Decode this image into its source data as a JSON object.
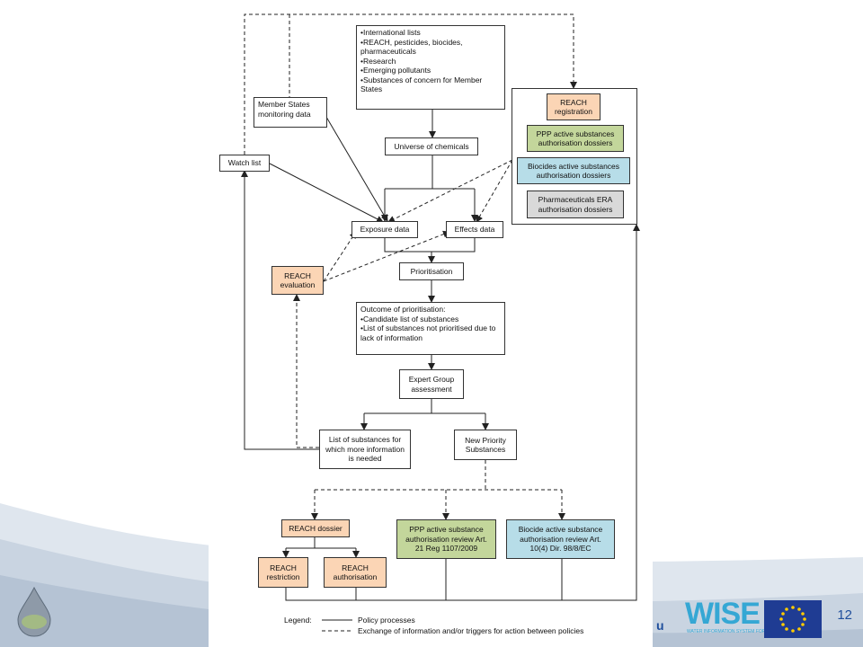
{
  "colors": {
    "orange": "#fbd5b5",
    "green": "#c3d69b",
    "blue": "#b7dde8",
    "grey": "#d9d9d9",
    "page_number": "#1f4e9c",
    "wise": "#35a7d4"
  },
  "boxes": {
    "sources": [
      "•International lists",
      "•REACH, pesticides, biocides, pharmaceuticals",
      "•Research",
      "•Emerging pollutants",
      "•Substances of concern for Member States"
    ],
    "member_states": "Member States monitoring data",
    "universe": "Universe of chemicals",
    "watch_list": "Watch list",
    "exposure": "Exposure data",
    "effects": "Effects data",
    "reach_evaluation": "REACH evaluation",
    "prioritisation": "Prioritisation",
    "outcome": [
      "Outcome of prioritisation:",
      "•Candidate list of substances",
      "•List of substances not prioritised due to lack of information"
    ],
    "expert_group": "Expert Group assessment",
    "more_info": "List of substances for which more information is needed",
    "new_priority": "New Priority Substances",
    "reach_registration": "REACH registration",
    "ppp_dossiers": "PPP active substances authorisation dossiers",
    "biocides_dossiers": "Biocides active substances authorisation dossiers",
    "pharma_dossiers": "Pharmaceuticals ERA authorisation dossiers",
    "reach_dossier": "REACH dossier",
    "ppp_review": "PPP active substance authorisation review Art. 21 Reg 1107/2009",
    "biocide_review": "Biocide active substance authorisation review Art. 10(4) Dir. 98/8/EC",
    "reach_restriction": "REACH restriction",
    "reach_authorisation": "REACH authorisation"
  },
  "legend": {
    "label": "Legend:",
    "solid": "Policy processes",
    "dashed": "Exchange of information and/or triggers for action between policies"
  },
  "footer": {
    "wise": "WISE",
    "wise_sub": "WATER INFORMATION SYSTEM FOR EUROPE",
    "partial_url": "u",
    "page_number": "12"
  }
}
